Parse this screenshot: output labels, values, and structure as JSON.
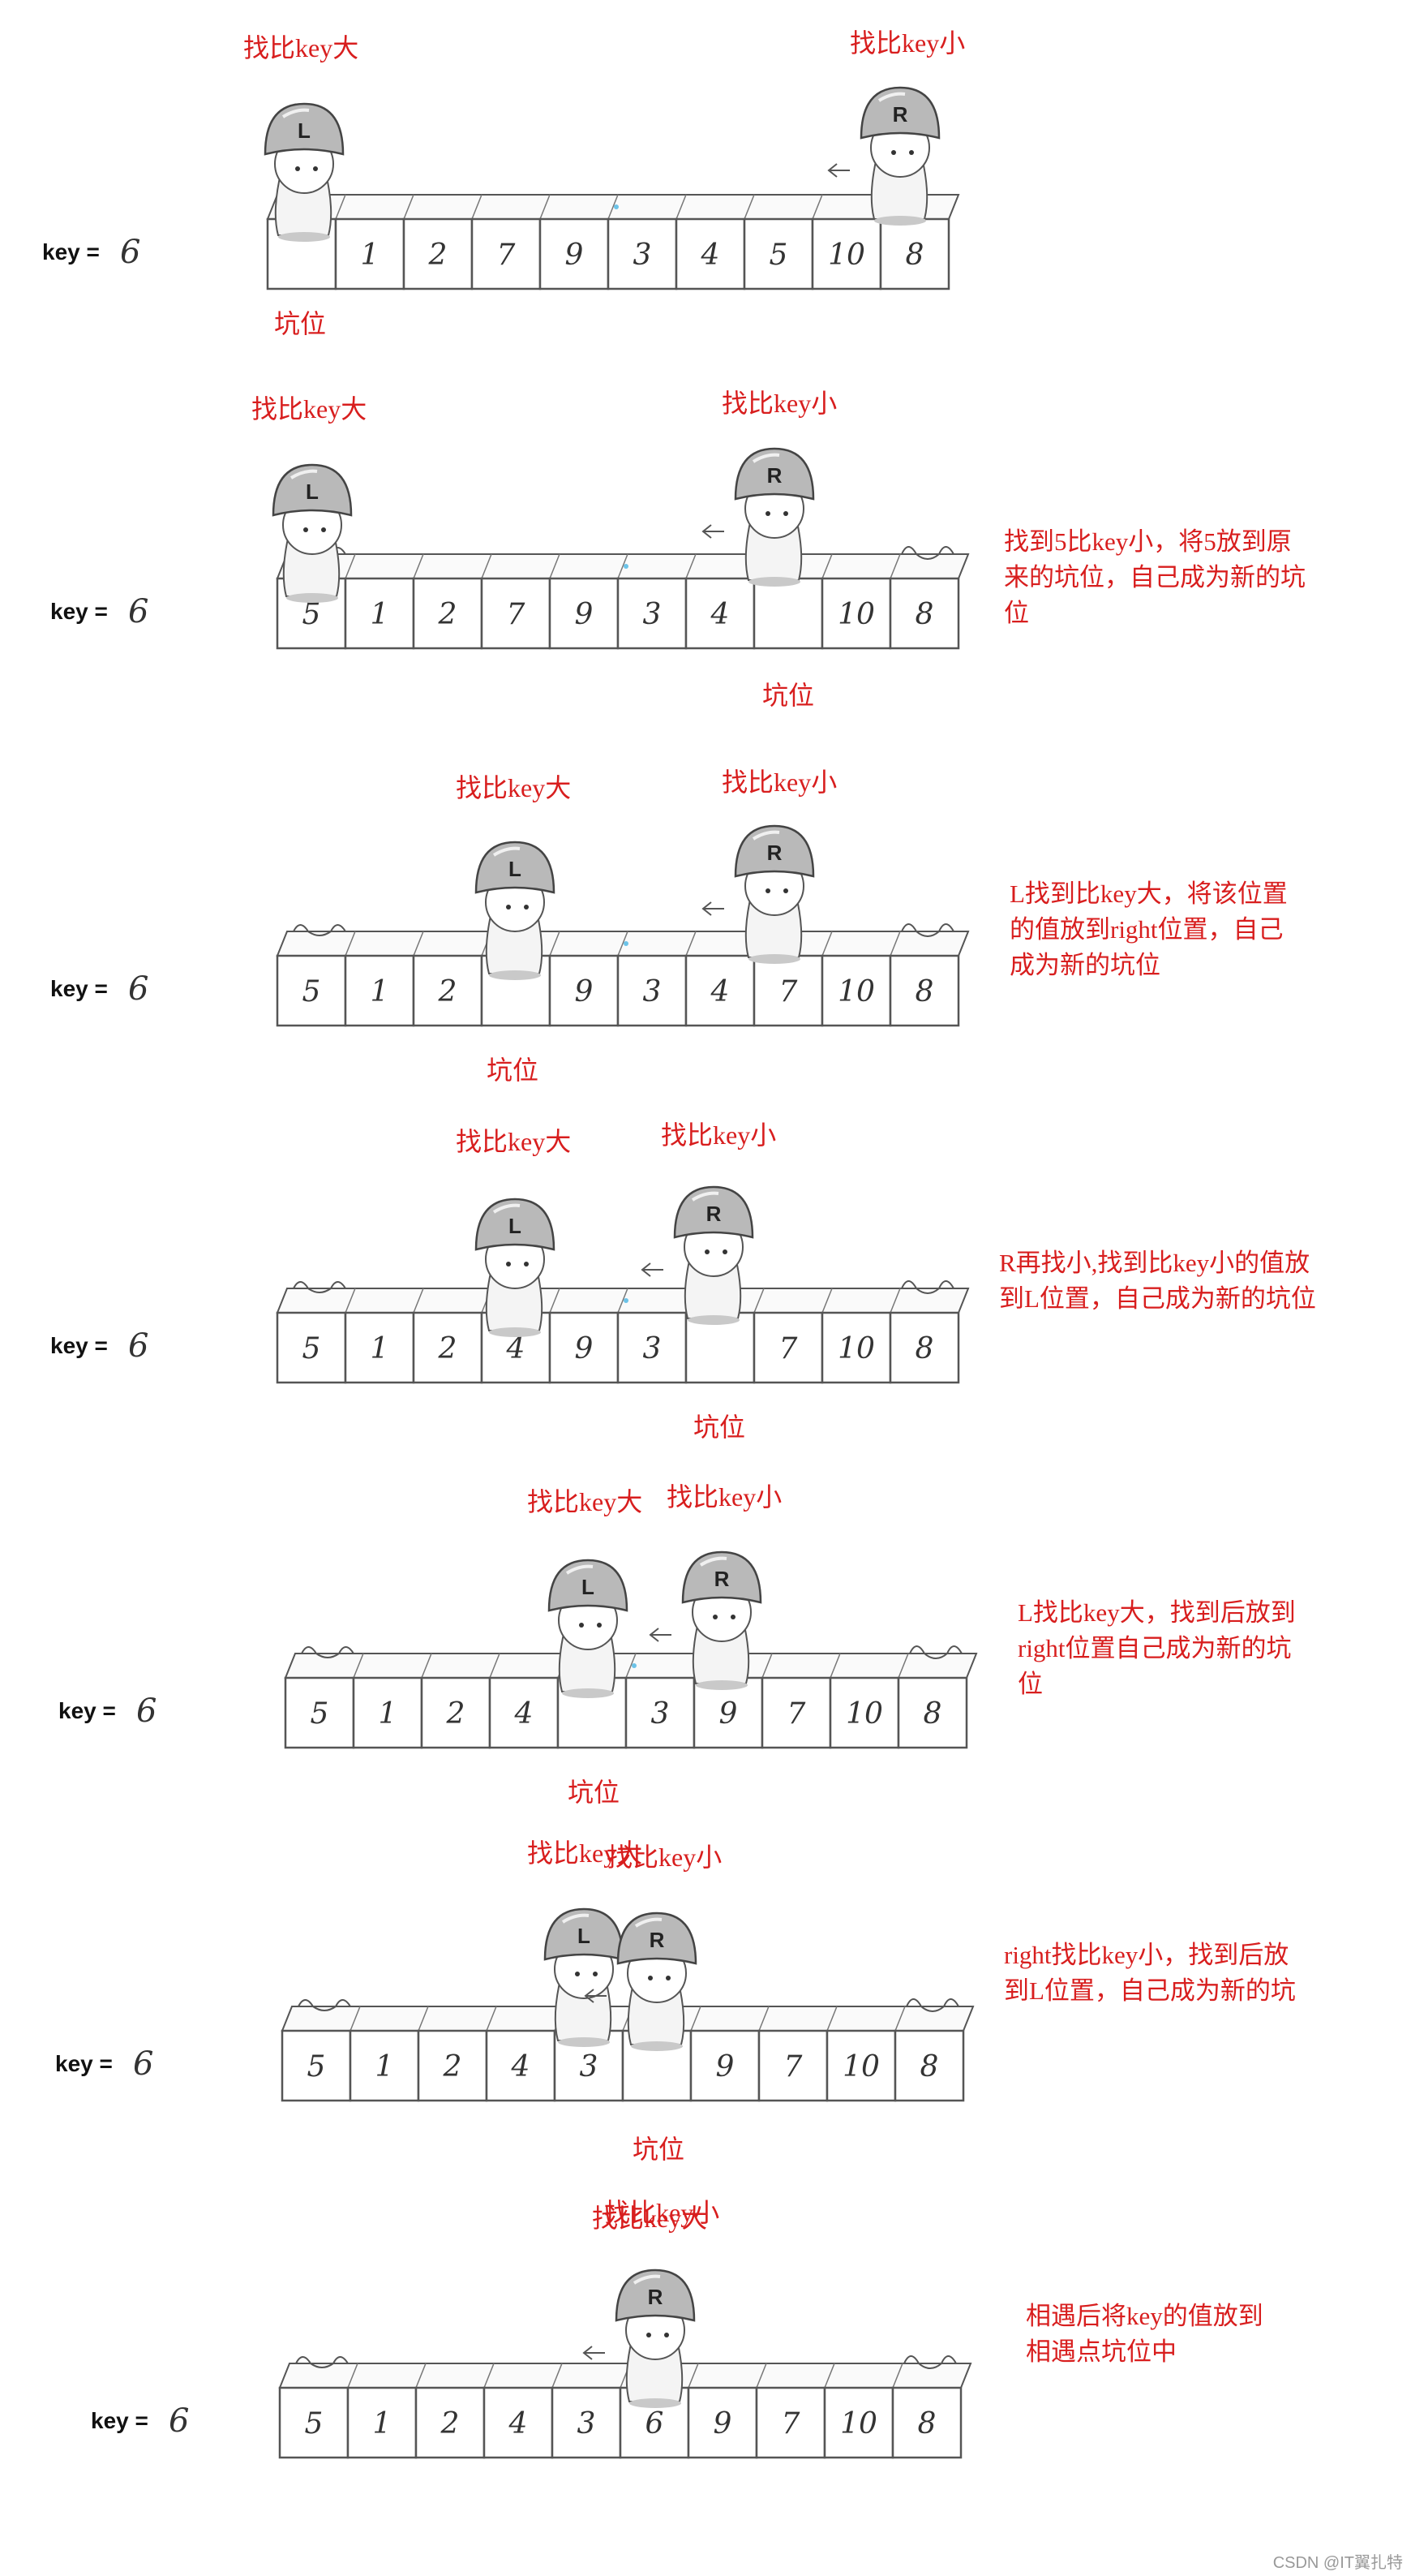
{
  "key_label": "key =",
  "key_value": "6",
  "label_L_search": "找比key大",
  "label_R_search": "找比key小",
  "hole_label": "坑位",
  "helmet_L": "L",
  "helmet_R": "R",
  "watermark": "CSDN @IT翼扎特",
  "steps": [
    {
      "array": [
        "",
        "1",
        "2",
        "7",
        "9",
        "3",
        "4",
        "5",
        "10",
        "8"
      ],
      "note": []
    },
    {
      "array": [
        "5",
        "1",
        "2",
        "7",
        "9",
        "3",
        "4",
        "",
        "10",
        "8"
      ],
      "note": [
        "找到5比key小，将5放到原",
        "来的坑位，自己成为新的坑",
        "位"
      ]
    },
    {
      "array": [
        "5",
        "1",
        "2",
        "",
        "9",
        "3",
        "4",
        "7",
        "10",
        "8"
      ],
      "note": [
        "L找到比key大，将该位置",
        "的值放到right位置，自己",
        "成为新的坑位"
      ]
    },
    {
      "array": [
        "5",
        "1",
        "2",
        "4",
        "9",
        "3",
        "",
        "7",
        "10",
        "8"
      ],
      "note": [
        "R再找小,找到比key小的值放",
        "到L位置，自己成为新的坑位"
      ]
    },
    {
      "array": [
        "5",
        "1",
        "2",
        "4",
        "",
        "3",
        "9",
        "7",
        "10",
        "8"
      ],
      "note": [
        "L找比key大，找到后放到",
        "right位置自己成为新的坑",
        "位"
      ]
    },
    {
      "array": [
        "5",
        "1",
        "2",
        "4",
        "3",
        "",
        "9",
        "7",
        "10",
        "8"
      ],
      "note": [
        "right找比key小，找到后放",
        "到L位置，自己成为新的坑"
      ]
    },
    {
      "array": [
        "5",
        "1",
        "2",
        "4",
        "3",
        "6",
        "9",
        "7",
        "10",
        "8"
      ],
      "note": [
        "相遇后将key的值放到",
        "相遇点坑位中"
      ]
    }
  ]
}
